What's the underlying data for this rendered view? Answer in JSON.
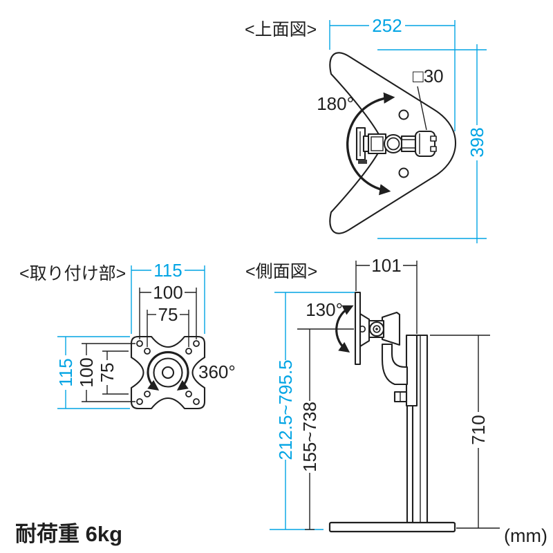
{
  "colors": {
    "accent": "#00a4e4",
    "line": "#1f1f1f"
  },
  "top_view": {
    "title": "<上面図>",
    "width_mm": "252",
    "depth_mm": "398",
    "pole_size": "□30",
    "swivel_angle": "180°"
  },
  "mount": {
    "title": "<取り付け部>",
    "width_outer": "115",
    "width_mid": "100",
    "width_inner": "75",
    "height_outer": "115",
    "height_mid": "100",
    "height_inner": "75",
    "rotation_angle": "360°"
  },
  "side_view": {
    "title": "<側面図>",
    "head_depth": "101",
    "tilt_angle": "130°",
    "overall_height_range": "212.5~795.5",
    "vesa_height_range": "155~738",
    "pole_height": "710"
  },
  "footer": {
    "load_capacity": "耐荷重 6kg",
    "unit": "(mm)"
  }
}
